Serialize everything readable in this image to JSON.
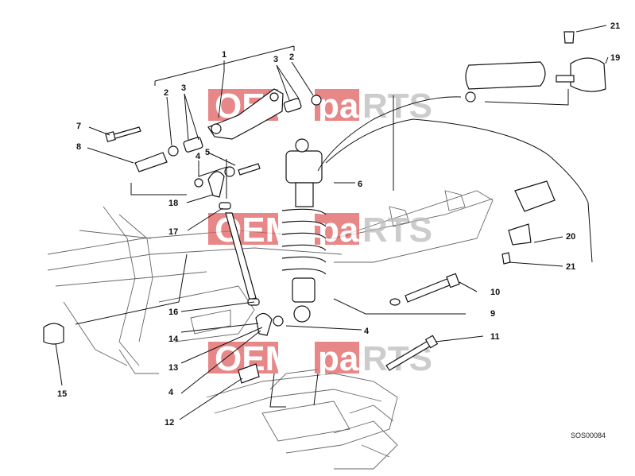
{
  "diagram": {
    "callouts": [
      "1",
      "2",
      "3",
      "3",
      "2",
      "7",
      "8",
      "4",
      "5",
      "18",
      "17",
      "16",
      "14",
      "13",
      "4",
      "12",
      "15",
      "6",
      "4",
      "10",
      "9",
      "11",
      "21",
      "19",
      "20",
      "21"
    ],
    "drawing_code": "SOS00084"
  },
  "watermark": {
    "part1": "OEM",
    "part2": "pa",
    "part3": "RTS",
    "color": "#d94545"
  }
}
